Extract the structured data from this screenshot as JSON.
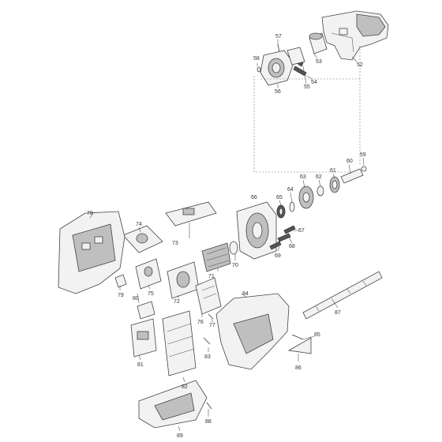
{
  "diagram": {
    "parts": [
      {
        "id": "p52",
        "label": "52"
      },
      {
        "id": "p53",
        "label": "53"
      },
      {
        "id": "p54",
        "label": "54"
      },
      {
        "id": "p55",
        "label": "55"
      },
      {
        "id": "p56",
        "label": "56"
      },
      {
        "id": "p57",
        "label": "57"
      },
      {
        "id": "p58",
        "label": "58"
      },
      {
        "id": "p59",
        "label": "59"
      },
      {
        "id": "p60",
        "label": "60"
      },
      {
        "id": "p61",
        "label": "61"
      },
      {
        "id": "p62",
        "label": "62"
      },
      {
        "id": "p63",
        "label": "63"
      },
      {
        "id": "p64",
        "label": "64"
      },
      {
        "id": "p65",
        "label": "65"
      },
      {
        "id": "p66",
        "label": "66"
      },
      {
        "id": "p67",
        "label": "67"
      },
      {
        "id": "p68",
        "label": "68"
      },
      {
        "id": "p69",
        "label": "69"
      },
      {
        "id": "p70",
        "label": "70"
      },
      {
        "id": "p71",
        "label": "71"
      },
      {
        "id": "p72",
        "label": "72"
      },
      {
        "id": "p73",
        "label": "73"
      },
      {
        "id": "p74",
        "label": "74"
      },
      {
        "id": "p75",
        "label": "75"
      },
      {
        "id": "p76",
        "label": "76"
      },
      {
        "id": "p77",
        "label": "77"
      },
      {
        "id": "p78",
        "label": "78"
      },
      {
        "id": "p79",
        "label": "79"
      },
      {
        "id": "p80",
        "label": "80"
      },
      {
        "id": "p81",
        "label": "81"
      },
      {
        "id": "p82",
        "label": "82"
      },
      {
        "id": "p83",
        "label": "83"
      },
      {
        "id": "p84",
        "label": "84"
      },
      {
        "id": "p85",
        "label": "85"
      },
      {
        "id": "p86",
        "label": "86"
      },
      {
        "id": "p87",
        "label": "87"
      },
      {
        "id": "p88",
        "label": "88"
      },
      {
        "id": "p89",
        "label": "89"
      }
    ]
  }
}
